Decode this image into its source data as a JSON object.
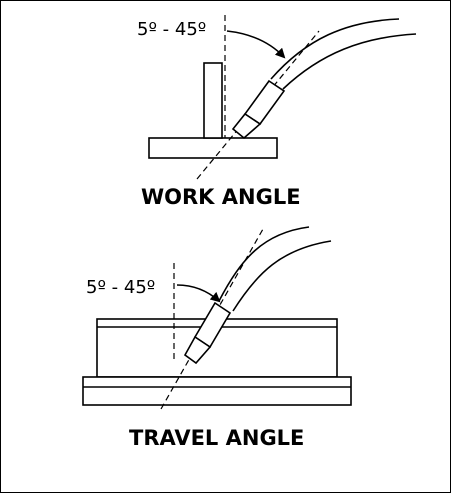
{
  "work_angle": {
    "range_label": "5º - 45º",
    "title": "WORK ANGLE"
  },
  "travel_angle": {
    "range_label": "5º - 45º",
    "title": "TRAVEL ANGLE"
  }
}
